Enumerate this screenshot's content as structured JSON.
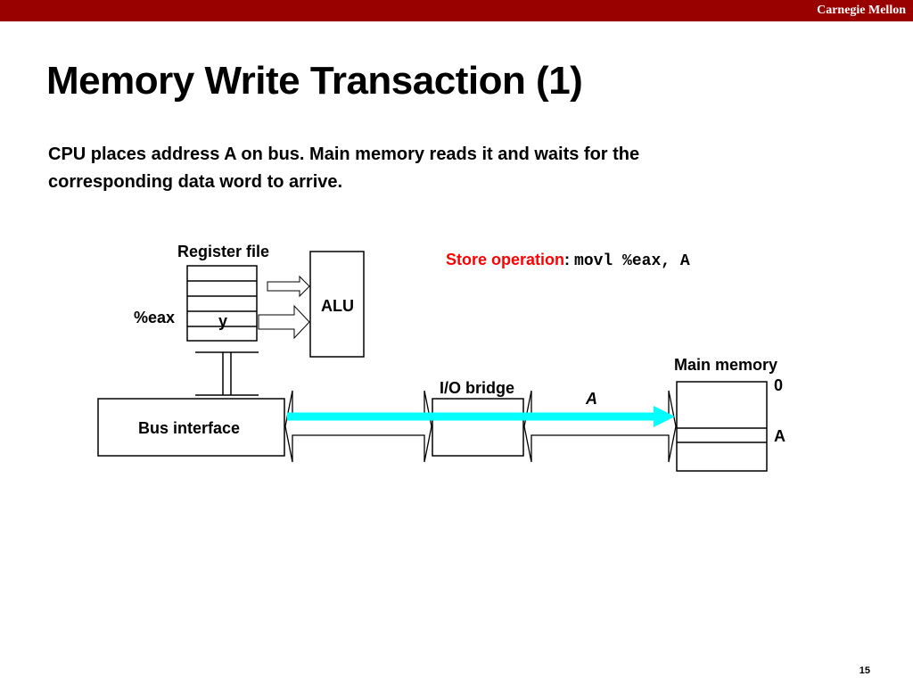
{
  "header": {
    "brand": "Carnegie Mellon",
    "bar_color": "#990000"
  },
  "slide": {
    "title": "Memory Write Transaction (1)",
    "description": "CPU places address A on bus. Main memory reads it and waits for the corresponding data word to arrive.",
    "page_number": "15"
  },
  "diagram": {
    "register_file_label": "Register file",
    "eax_label": "%eax",
    "eax_value": "y",
    "alu_label": "ALU",
    "store_label": "Store operation",
    "store_colon": ":",
    "store_code": "movl %eax, A",
    "bus_interface_label": "Bus interface",
    "io_bridge_label": "I/O bridge",
    "bus_value": "A",
    "main_memory_label": "Main memory",
    "memory_addr_zero": "0",
    "memory_addr_a": "A",
    "bus_arrow_color": "#00ffff",
    "store_color": "#ff0000"
  }
}
